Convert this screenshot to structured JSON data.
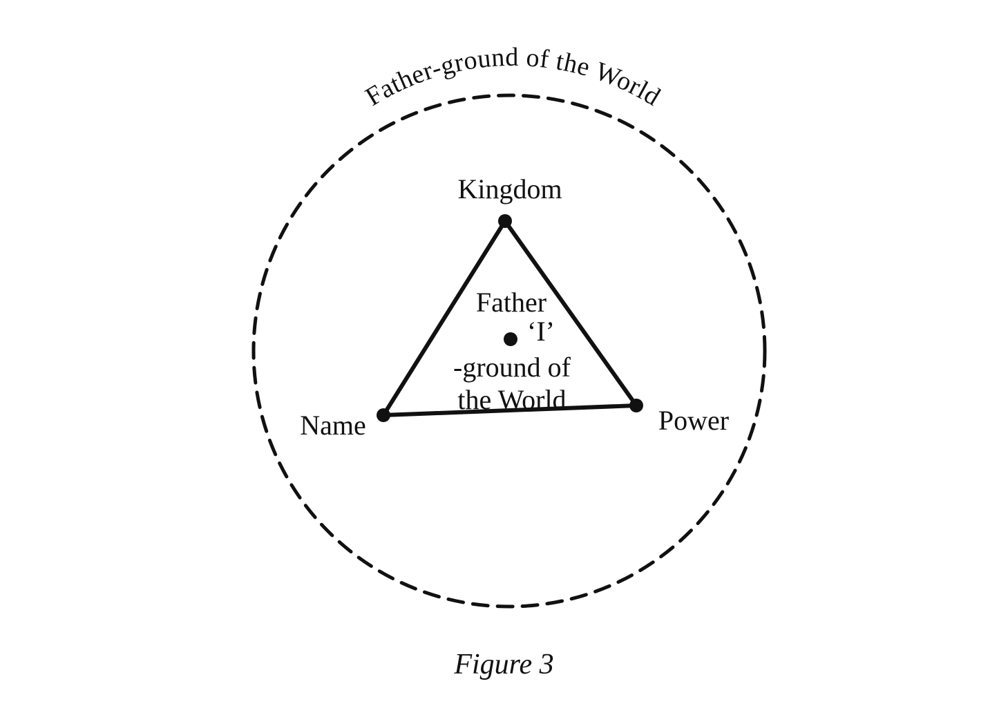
{
  "diagram": {
    "outer_circle": {
      "label": "Father-ground of the World",
      "style": "dashed"
    },
    "triangle": {
      "vertices": {
        "top": "Kingdom",
        "left": "Name",
        "right": "Power"
      }
    },
    "center": {
      "line1": "Father",
      "marker": "‘I’",
      "line2": "-ground of",
      "line3": "the World"
    },
    "colors": {
      "ink": "#111111",
      "background": "#ffffff"
    }
  },
  "caption": "Figure 3"
}
